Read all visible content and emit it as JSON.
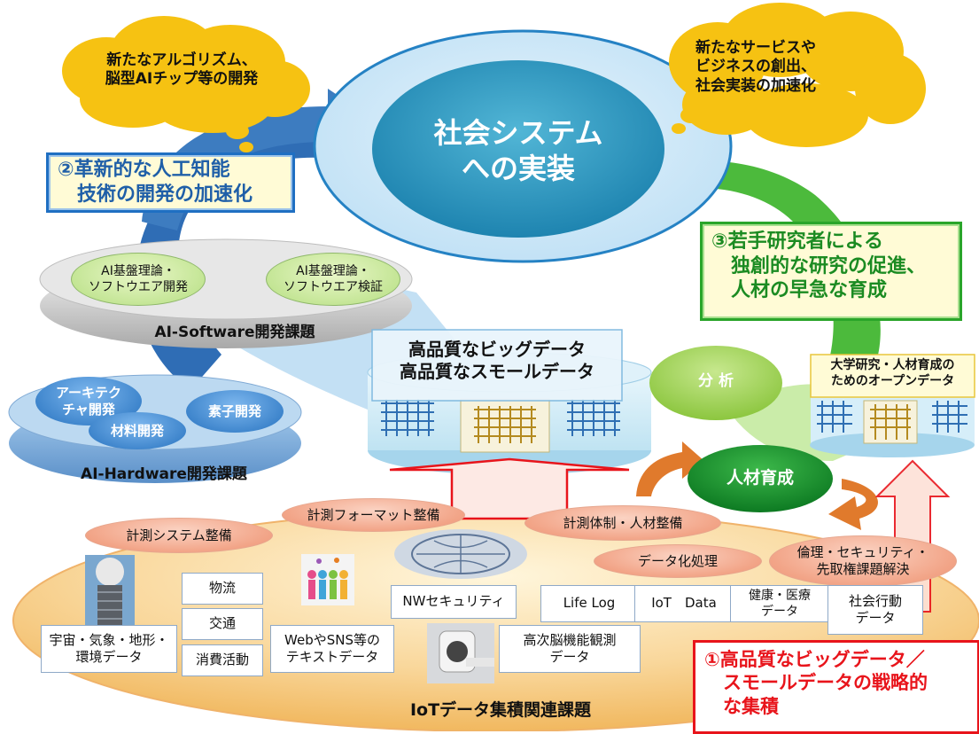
{
  "top_left_cloud": "新たなアルゴリズム、\n脳型AIチップ等の開発",
  "top_right_cloud": "新たなサービスや\nビジネスの創出、\n社会実装の加速化",
  "center_title": "社会システム\nへの実装",
  "callout_2": "②革新的な人工知能\n　技術の開発の加速化",
  "callout_3": "③若手研究者による\n　独創的な研究の促進、\n　人材の早急な育成",
  "callout_1": "①高品質なビッグデータ／\n　スモールデータの戦略的\n　な集積",
  "software": {
    "items": [
      "AI基盤理論・\nソフトウエア開発",
      "AI基盤理論・\nソフトウエア検証"
    ],
    "label": "AI-Software開発課題"
  },
  "hardware": {
    "items": [
      "アーキテク\nチャ開発",
      "素子開発",
      "材料開発"
    ],
    "label": "AI-Hardware開発課題"
  },
  "bigdata_label": "高品質なビッグデータ\n高品質なスモールデータ",
  "analysis_label": "分 析",
  "opendata_label": "大学研究・人材育成の\nためのオープンデータ",
  "jinzai_label": "人材育成",
  "iot": {
    "label": "IoTデータ集積関連課題",
    "salmon_ovals": [
      "計測システム整備",
      "計測フォーマット整備",
      "計測体制・人材整備",
      "データ化処理",
      "倫理・セキュリティ・\n先取権課題解決"
    ],
    "boxes": [
      "物流",
      "交通",
      "消費活動",
      "宇宙・気象・地形・\n環境データ",
      "WebやSNS等の\nテキストデータ",
      "NWセキュリティ",
      "高次脳機能観測\nデータ",
      "Life Log",
      "IoT　Data",
      "健康・医療\nデータ",
      "社会行動\nデータ"
    ]
  },
  "colors": {
    "accent_blue": "#1f6fc2",
    "accent_green": "#2aa52a",
    "accent_red": "#e8141b",
    "cloud_yellow": "#f6c212",
    "iot_disc": "#f7cf8c"
  }
}
